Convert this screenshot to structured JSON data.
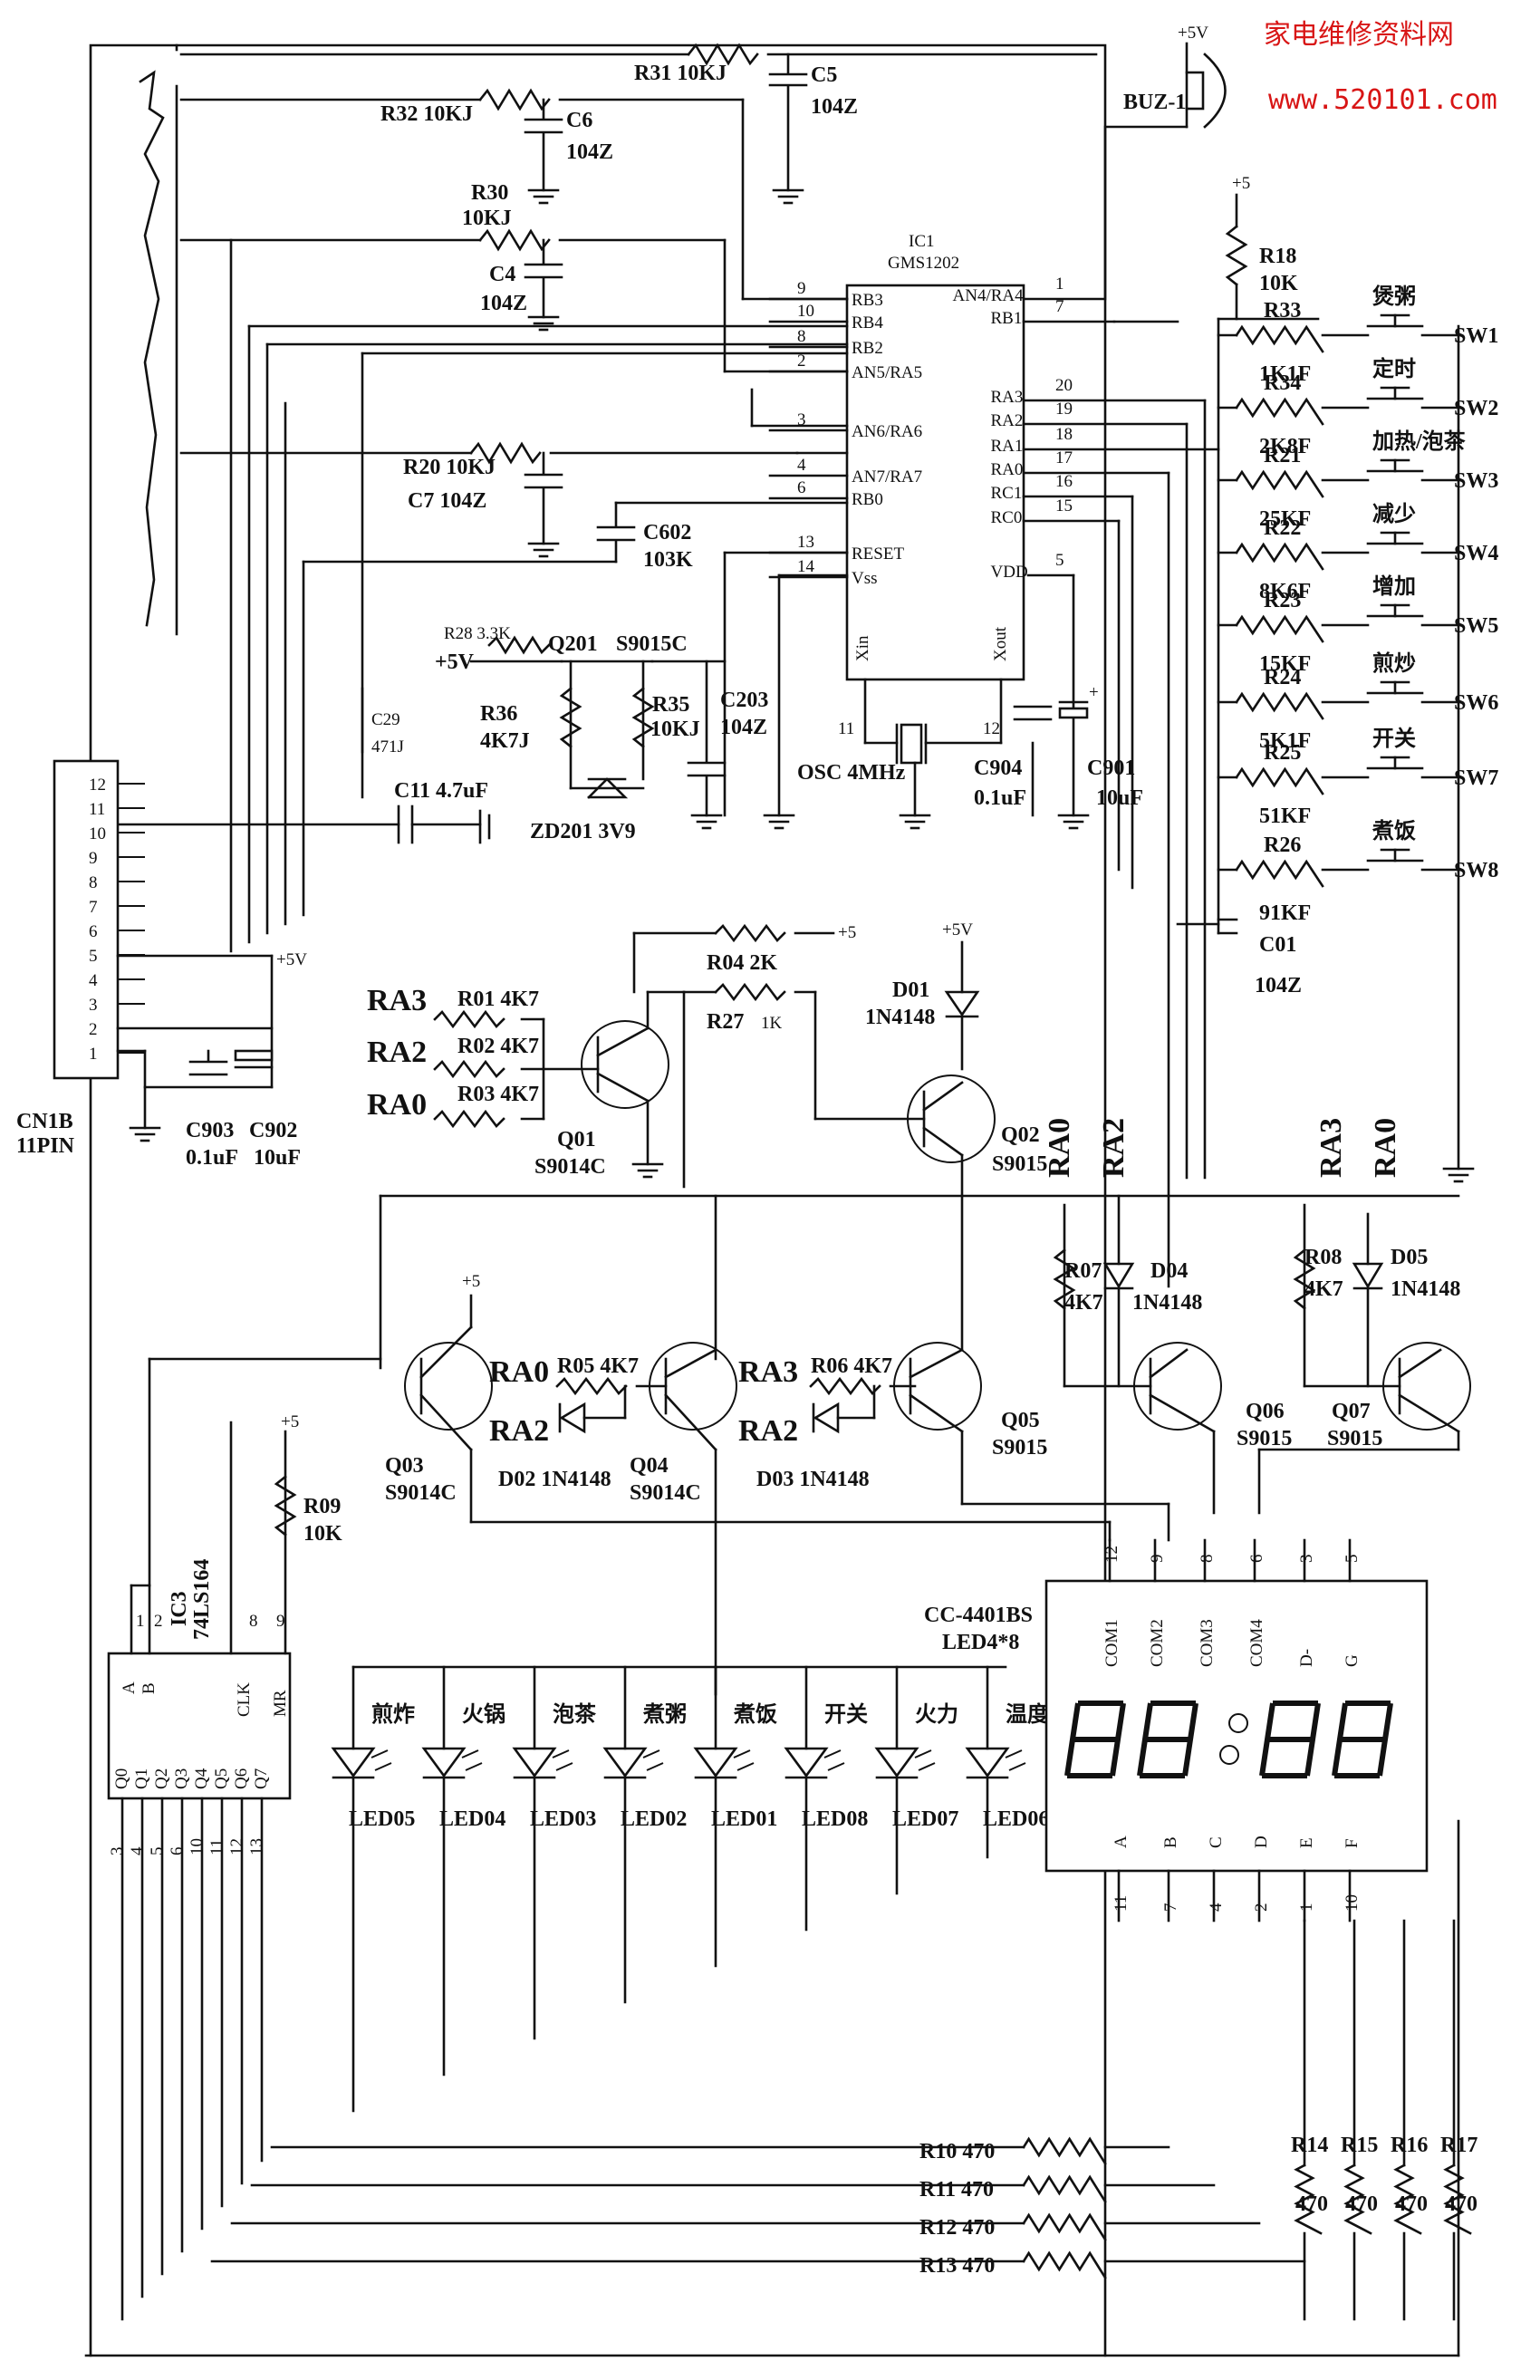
{
  "watermark": {
    "site_name": "家电维修资料网",
    "url": "www.520101.com"
  },
  "ic1": {
    "ref": "IC1",
    "part": "GMS1202",
    "pins_left": [
      {
        "num": "9",
        "name": "RB3"
      },
      {
        "num": "10",
        "name": "RB4"
      },
      {
        "num": "8",
        "name": "RB2"
      },
      {
        "num": "2",
        "name": "AN5/RA5"
      },
      {
        "num": "3",
        "name": "AN6/RA6"
      },
      {
        "num": "4",
        "name": "AN7/RA7"
      },
      {
        "num": "6",
        "name": "RB0"
      },
      {
        "num": "13",
        "name": "RESET"
      },
      {
        "num": "14",
        "name": "Vss"
      }
    ],
    "pins_right": [
      {
        "num": "1",
        "name": "AN4/RA4"
      },
      {
        "num": "7",
        "name": "RB1"
      },
      {
        "num": "20",
        "name": "RA3"
      },
      {
        "num": "19",
        "name": "RA2"
      },
      {
        "num": "18",
        "name": "RA1"
      },
      {
        "num": "17",
        "name": "RA0"
      },
      {
        "num": "16",
        "name": "RC1"
      },
      {
        "num": "15",
        "name": "RC0"
      },
      {
        "num": "5",
        "name": "VDD"
      }
    ],
    "pins_bottom": [
      {
        "num": "11",
        "name": "Xin"
      },
      {
        "num": "12",
        "name": "Xout"
      }
    ]
  },
  "buzzer": {
    "ref": "BUZ-1",
    "supply": "+5V"
  },
  "connector": {
    "ref": "CN1B",
    "type": "11PIN",
    "pins": [
      "12",
      "11",
      "10",
      "9",
      "8",
      "7",
      "6",
      "5",
      "4",
      "3",
      "2",
      "1"
    ]
  },
  "supplies": {
    "p5v": "+5V",
    "p5": "+5"
  },
  "passives": {
    "r31": "R31 10KJ",
    "c5": "C5",
    "c5v": "104Z",
    "r32": "R32 10KJ",
    "c6": "C6",
    "c6v": "104Z",
    "r30": "R30",
    "r30v": "10KJ",
    "c4": "C4",
    "c4v": "104Z",
    "r20": "R20 10KJ",
    "c7": "C7 104Z",
    "c602": "C602",
    "c602v": "103K",
    "r28": "R28 3.3K",
    "q201": "Q201",
    "q201v": "S9015C",
    "r36": "R36",
    "r36v": "4K7J",
    "r35": "R35",
    "r35v": "10KJ",
    "c203": "C203",
    "c203v": "104Z",
    "c29": "C29",
    "c29v": "471J",
    "c11": "C11 4.7uF",
    "zd201": "ZD201 3V9",
    "osc": "OSC 4MHz",
    "c904": "C904",
    "c904v": "0.1uF",
    "c901": "C901",
    "c901v": "10uF",
    "c903": "C903",
    "c903v": "0.1uF",
    "c902": "C902",
    "c902v": "10uF",
    "r18": "R18",
    "r18v": "10K",
    "c01": "C01",
    "c01v": "104Z",
    "r26v": "91KF"
  },
  "switches": [
    {
      "r": "R33",
      "v": "1K1F",
      "label": "煲粥",
      "sw": "SW1"
    },
    {
      "r": "R34",
      "v": "2K8F",
      "label": "定时",
      "sw": "SW2"
    },
    {
      "r": "R21",
      "v": "25KF",
      "label": "加热/泡茶",
      "sw": "SW3"
    },
    {
      "r": "R22",
      "v": "8K6F",
      "label": "减少",
      "sw": "SW4"
    },
    {
      "r": "R23",
      "v": "15KF",
      "label": "增加",
      "sw": "SW5"
    },
    {
      "r": "R24",
      "v": "5K1F",
      "label": "煎炒",
      "sw": "SW6"
    },
    {
      "r": "R25",
      "v": "51KF",
      "label": "开关",
      "sw": "SW7"
    },
    {
      "r": "R26",
      "v": "",
      "label": "煮饭",
      "sw": "SW8"
    }
  ],
  "drivers": {
    "q01_in": [
      "RA3",
      "RA2",
      "RA0"
    ],
    "r01": "R01 4K7",
    "r02": "R02 4K7",
    "r03": "R03 4K7",
    "q01": "Q01",
    "q01v": "S9014C",
    "r04": "R04 2K",
    "r27": "R27",
    "r27v": "1K",
    "d01": "D01",
    "d01v": "1N4148",
    "q02": "Q02",
    "q02v": "S9015",
    "sig_ra0": "RA0",
    "sig_ra2": "RA2",
    "sig_ra3": "RA3",
    "r07": "R07",
    "r07v": "4K7",
    "d04": "D04",
    "d04v": "1N4148",
    "r08": "R08",
    "r08v": "4K7",
    "d05": "D05",
    "d05v": "1N4148",
    "q03": "Q03",
    "q03v": "S9014C",
    "r05": "R05 4K7",
    "d02": "D02 1N4148",
    "q04": "Q04",
    "q04v": "S9014C",
    "r06": "R06 4K7",
    "d03": "D03 1N4148",
    "q05": "Q05",
    "q05v": "S9015",
    "q06": "Q06",
    "q06v": "S9015",
    "q07": "Q07",
    "q07v": "S9015"
  },
  "ic3": {
    "ref": "IC3",
    "part": "74LS164",
    "r09": "R09",
    "r09v": "10K",
    "pins_top": [
      {
        "num": "1",
        "name": "A"
      },
      {
        "num": "2",
        "name": "B"
      },
      {
        "num": "8",
        "name": "CLK"
      },
      {
        "num": "9",
        "name": "MR"
      }
    ],
    "outputs": [
      {
        "name": "Q0",
        "num": "3"
      },
      {
        "name": "Q1",
        "num": "4"
      },
      {
        "name": "Q2",
        "num": "5"
      },
      {
        "name": "Q3",
        "num": "6"
      },
      {
        "name": "Q4",
        "num": "10"
      },
      {
        "name": "Q5",
        "num": "11"
      },
      {
        "name": "Q6",
        "num": "12"
      },
      {
        "name": "Q7",
        "num": "13"
      }
    ]
  },
  "leds": [
    {
      "label": "煎炸",
      "ref": "LED05"
    },
    {
      "label": "火锅",
      "ref": "LED04"
    },
    {
      "label": "泡茶",
      "ref": "LED03"
    },
    {
      "label": "煮粥",
      "ref": "LED02"
    },
    {
      "label": "煮饭",
      "ref": "LED01"
    },
    {
      "label": "开关",
      "ref": "LED08"
    },
    {
      "label": "火力",
      "ref": "LED07"
    },
    {
      "label": "温度",
      "ref": "LED06"
    }
  ],
  "display": {
    "part": "CC-4401BS",
    "type": "LED4*8",
    "top_pins": [
      {
        "num": "12",
        "name": "COM1"
      },
      {
        "num": "9",
        "name": "COM2"
      },
      {
        "num": "8",
        "name": "COM3"
      },
      {
        "num": "6",
        "name": "COM4"
      },
      {
        "num": "3",
        "name": "D-"
      },
      {
        "num": "5",
        "name": "G"
      }
    ],
    "bottom_pins": [
      {
        "num": "11",
        "name": "A"
      },
      {
        "num": "7",
        "name": "B"
      },
      {
        "num": "4",
        "name": "C"
      },
      {
        "num": "2",
        "name": "D"
      },
      {
        "num": "1",
        "name": "E"
      },
      {
        "num": "10",
        "name": "F"
      }
    ]
  },
  "segment_resistors": [
    {
      "ref": "R10",
      "v": "470"
    },
    {
      "ref": "R11",
      "v": "470"
    },
    {
      "ref": "R12",
      "v": "470"
    },
    {
      "ref": "R13",
      "v": "470"
    },
    {
      "ref": "R14",
      "v": "470"
    },
    {
      "ref": "R15",
      "v": "470"
    },
    {
      "ref": "R16",
      "v": "470"
    },
    {
      "ref": "R17",
      "v": "470"
    }
  ]
}
